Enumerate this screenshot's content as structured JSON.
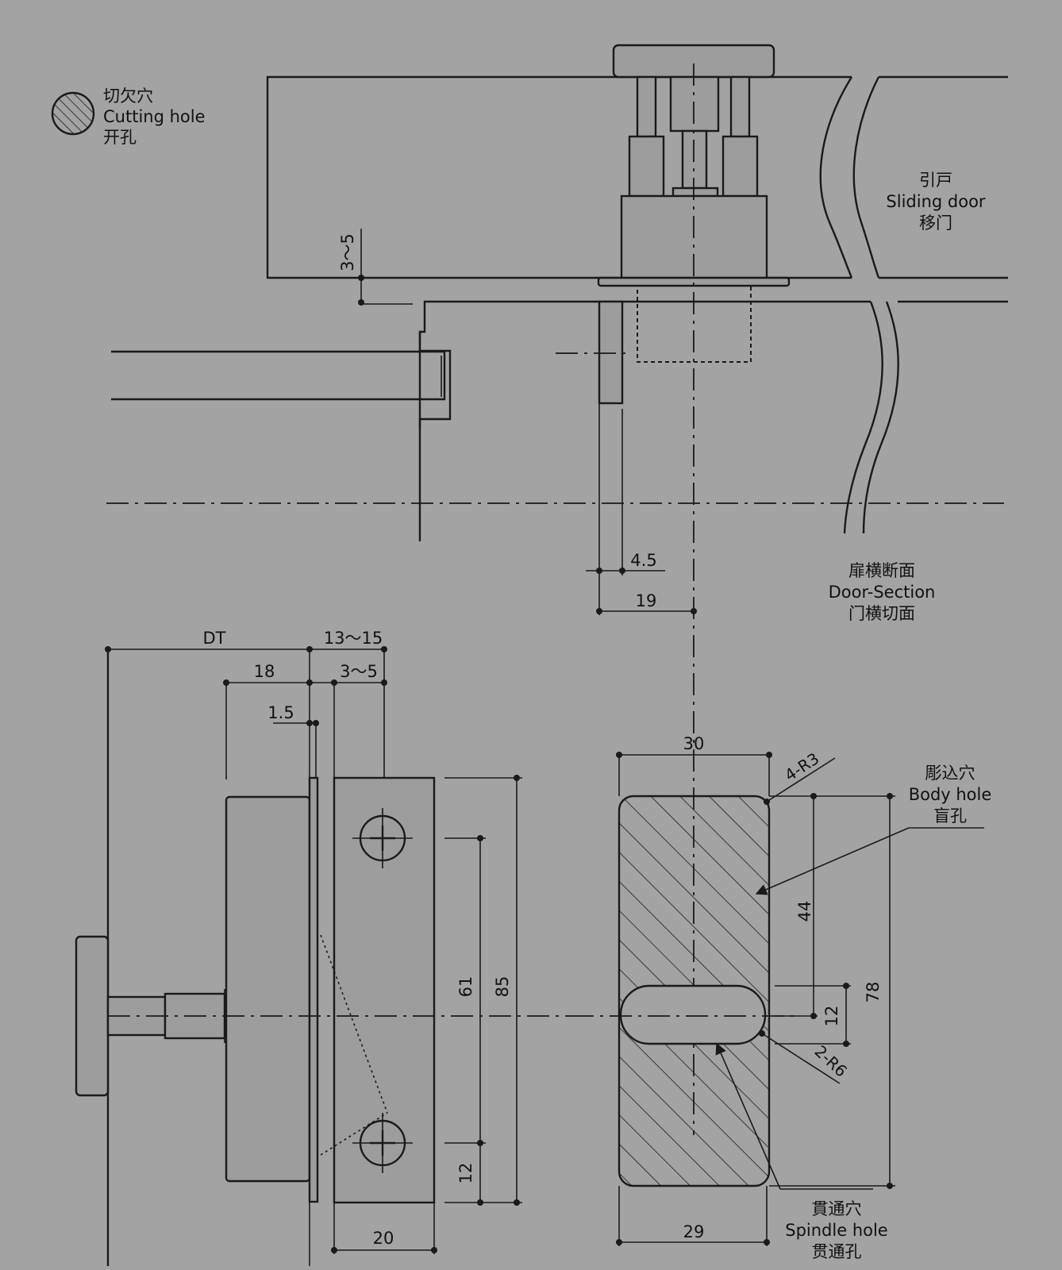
{
  "legend": {
    "label_jp": "切欠穴",
    "label_en": "Cutting hole",
    "label_cn": "开孔"
  },
  "sliding_door": {
    "label_jp": "引戸",
    "label_en": "Sliding door",
    "label_cn": "移门"
  },
  "door_section": {
    "label_jp": "扉横断面",
    "label_en": "Door-Section",
    "label_cn": "门横切面"
  },
  "body_hole": {
    "label_jp": "彫込穴",
    "label_en": "Body hole",
    "label_cn": "盲孔"
  },
  "spindle_hole": {
    "label_jp": "貫通穴",
    "label_en": "Spindle hole",
    "label_cn": "贯通孔"
  },
  "dimensions": {
    "top_gap": "3～5",
    "offset_4_5": "4.5",
    "offset_19": "19",
    "dt": "DT",
    "range_13_15": "13～15",
    "d18": "18",
    "range_3_5": "3～5",
    "d1_5": "1.5",
    "d20": "20",
    "d61": "61",
    "d85": "85",
    "d12_screw": "12",
    "d30": "30",
    "d29": "29",
    "radius_4r3": "4-R3",
    "radius_2r6": "2-R6",
    "d44": "44",
    "d12_slot": "12",
    "d78": "78"
  }
}
